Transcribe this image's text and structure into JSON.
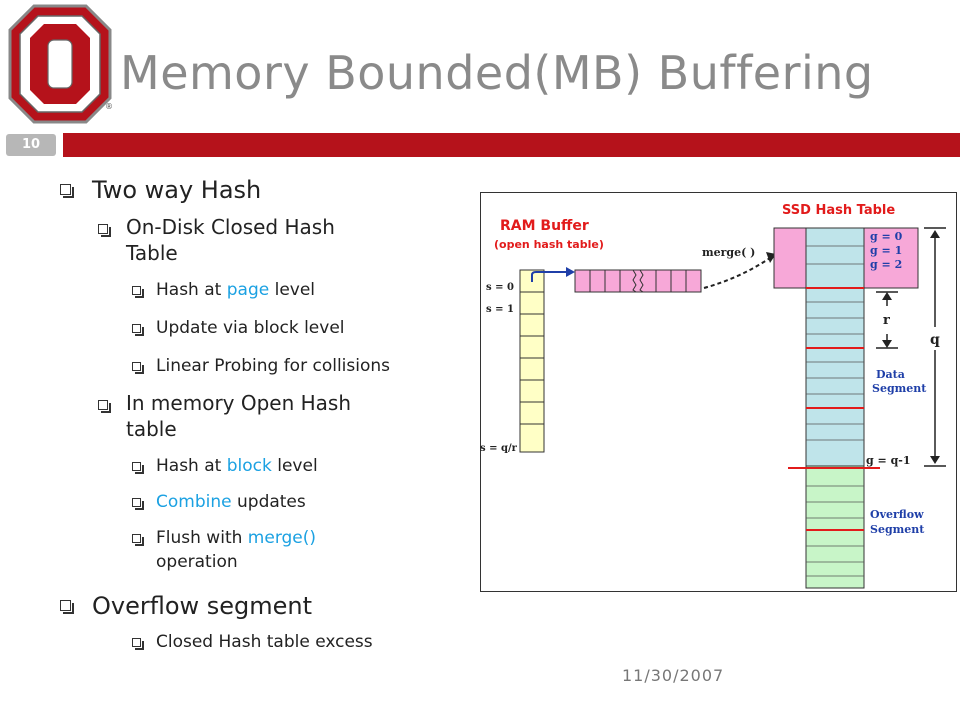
{
  "slide_number": "10",
  "title": "Memory Bounded(MB) Buffering",
  "date": "11/30/2007",
  "bullets": {
    "two_way_hash": "Two way Hash",
    "on_disk_line1": "On-Disk Closed Hash",
    "on_disk_line2": "Table",
    "hash_page_pre": "Hash at ",
    "hash_page_hl": "page",
    "hash_page_post": " level",
    "update_block": "Update via block level",
    "linear_probing": "Linear Probing for collisions",
    "in_memory_line1": "In memory Open Hash",
    "in_memory_line2": "table",
    "hash_block_pre": "Hash at ",
    "hash_block_hl": "block",
    "hash_block_post": " level",
    "combine_hl": "Combine",
    "combine_post": " updates",
    "flush_pre": "Flush with ",
    "flush_hl": "merge()",
    "flush_line2": "operation",
    "overflow": "Overflow segment",
    "closed_excess": "Closed Hash table excess"
  },
  "diagram": {
    "ram_buffer_title": "RAM Buffer",
    "ram_buffer_sub": "(open hash table)",
    "ssd_title": "SSD Hash Table",
    "merge_label": "merge( )",
    "s0": "s = 0",
    "s1": "s = 1",
    "sq": "s = q/r",
    "g0": "g = 0",
    "g1": "g = 1",
    "g2": "g = 2",
    "gq": "g = q-1",
    "r": "r",
    "q": "q",
    "data_seg_1": "Data",
    "data_seg_2": "Segment",
    "overflow_seg_1": "Overflow",
    "overflow_seg_2": "Segment"
  },
  "colors": {
    "red_bar": "#b5121b",
    "title_gray": "#8a8a8a",
    "highlight": "#1ba1e2",
    "ram_yellow": "#ffffc6",
    "bucket_pink": "#f7a8d8",
    "ssd_blue": "#bfe4ea",
    "ssd_green": "#c8f5c8",
    "diagram_red": "#e21b1b",
    "diagram_blue": "#1f3fa8"
  }
}
